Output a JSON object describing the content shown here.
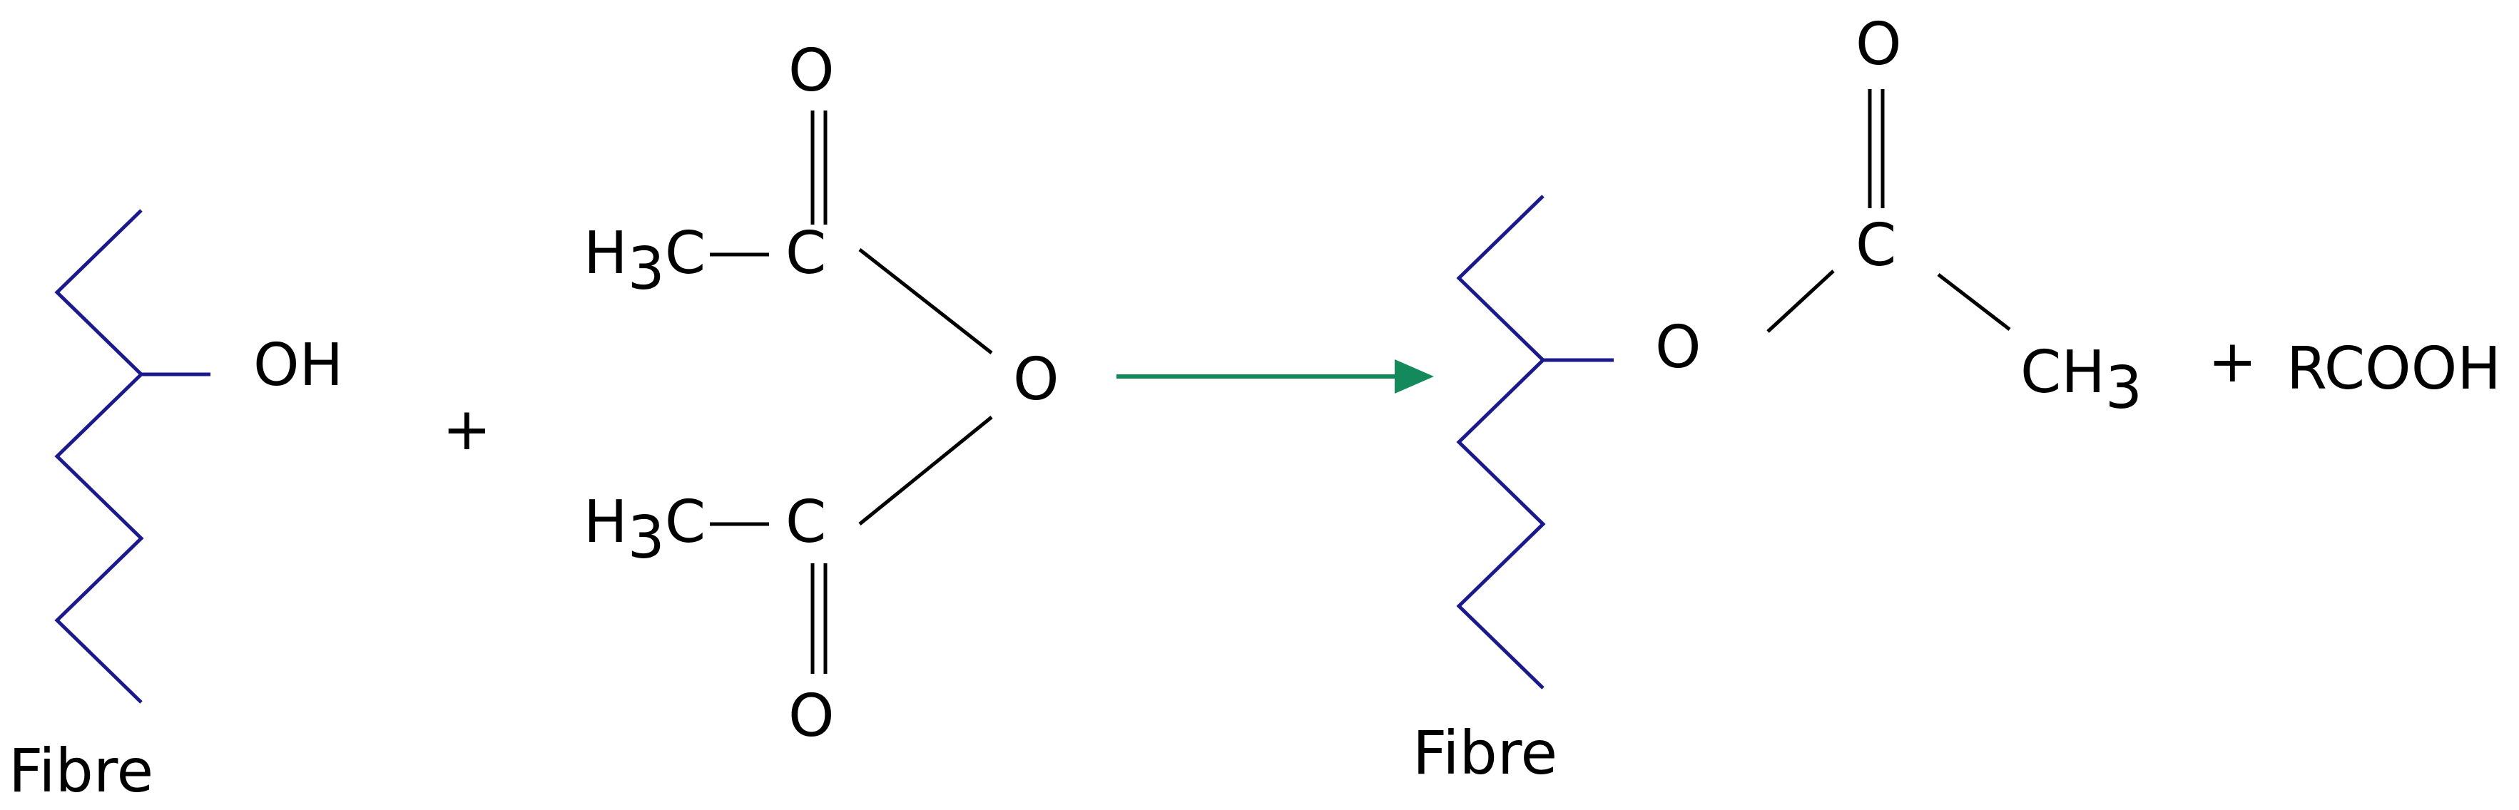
{
  "reactant_fibre": {
    "hydroxyl": "OH",
    "label": "Fibre"
  },
  "plus_1": "+",
  "anhydride": {
    "top_carbonyl_oxygen": "O",
    "top_methyl": "H",
    "top_methyl_sub": "3",
    "top_methyl_c": "C",
    "top_carbon": "C",
    "bridge_oxygen": "O",
    "bottom_methyl": "H",
    "bottom_methyl_sub": "3",
    "bottom_methyl_c": "C",
    "bottom_carbon": "C",
    "bottom_carbonyl_oxygen": "O"
  },
  "product_fibre": {
    "ester_oxygen": "O",
    "carbonyl_oxygen": "O",
    "carbonyl_carbon": "C",
    "methyl": "CH",
    "methyl_sub": "3",
    "label": "Fibre"
  },
  "plus_2": "+",
  "byproduct": "RCOOH",
  "colors": {
    "fibre_chain": "#1a1a8c",
    "arrow": "#148a5c",
    "bonds": "#000000",
    "text": "#000000"
  }
}
